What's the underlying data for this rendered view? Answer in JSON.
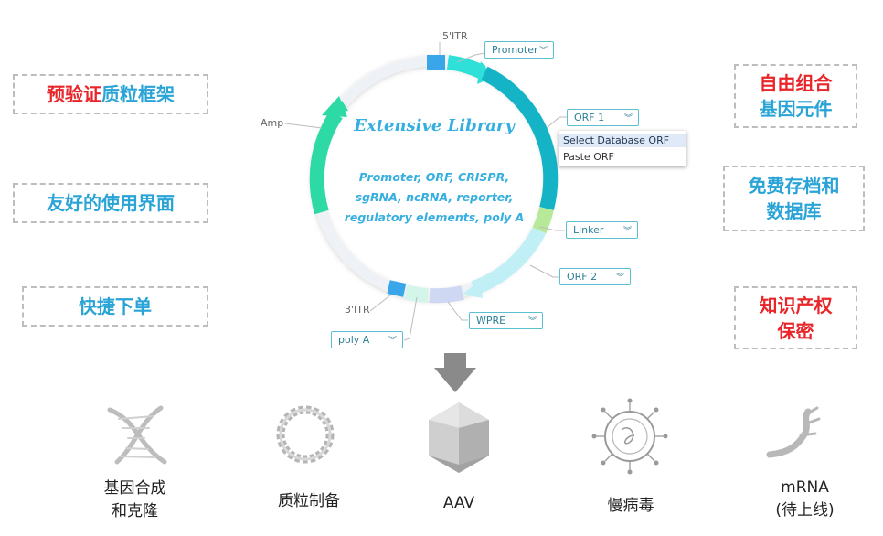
{
  "features_left": [
    {
      "highlight": "预验证",
      "text": "质粒框架"
    },
    {
      "text": "友好的使用界面"
    },
    {
      "text": "快捷下单"
    }
  ],
  "features_right": [
    {
      "line1": "自由组合",
      "line2": "基因元件"
    },
    {
      "line1": "免费存档和",
      "line2": "数据库"
    },
    {
      "line1": "知识产权",
      "line2": "保密"
    }
  ],
  "plasmid": {
    "title": "Extensive Library",
    "description": "Promoter, ORF, CRISPR, sgRNA, ncRNA, reporter, regulatory elements, poly A",
    "labels": {
      "itr5": "5'ITR",
      "itr3": "3'ITR",
      "amp": "Amp"
    },
    "dropdowns": {
      "promoter": "Promoter",
      "orf1": "ORF 1",
      "linker": "Linker",
      "orf2": "ORF 2",
      "wpre": "WPRE",
      "polya": "poly A"
    },
    "menu": [
      "Select Database ORF",
      "Paste ORF"
    ],
    "colors": {
      "teal": "#1bb8c8",
      "green": "#2dd8a0",
      "lightblue": "#bdeff5",
      "lime": "#b8ec9c",
      "blue": "#3aa6ea"
    }
  },
  "products": [
    {
      "line1": "基因合成",
      "line2": "和克隆"
    },
    {
      "line1": "质粒制备",
      "line2": ""
    },
    {
      "line1": "AAV",
      "line2": ""
    },
    {
      "line1": "慢病毒",
      "line2": ""
    },
    {
      "line1": "mRNA",
      "line2": "(待上线)"
    }
  ]
}
